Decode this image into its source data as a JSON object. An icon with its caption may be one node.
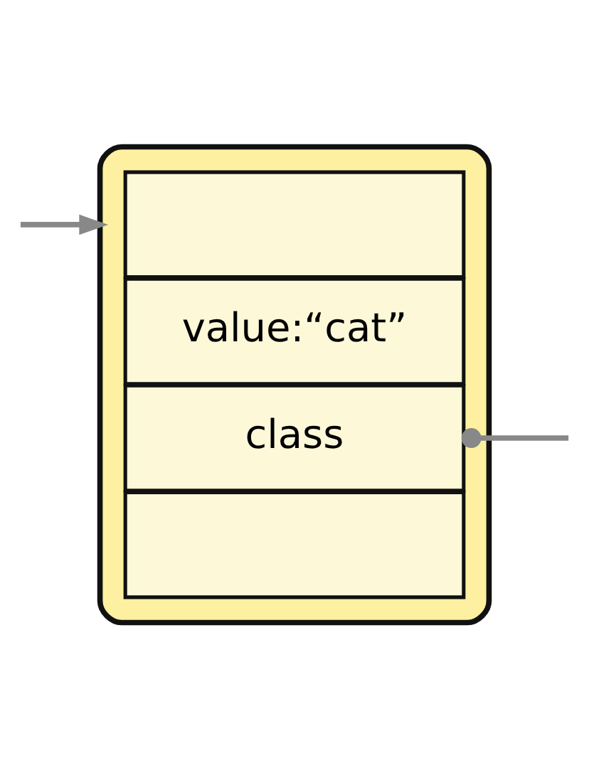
{
  "diagram": {
    "nodes": [
      {
        "text": [],
        "shape": "box"
      },
      {
        "text": [],
        "shape": "box",
        "in": 0
      },
      {
        "text": [
          "value:“cat”"
        ],
        "in": 0
      },
      {
        "text": [
          "class"
        ],
        "in": 0
      },
      {
        "text": [],
        "shape": "box",
        "in": 0
      }
    ],
    "edges": [
      {
        "from": null,
        "to": 0,
        "arrow": "to",
        "color": "#888888"
      },
      {
        "from": 3,
        "to": null,
        "arrow": "other",
        "color": "#888888"
      }
    ]
  }
}
